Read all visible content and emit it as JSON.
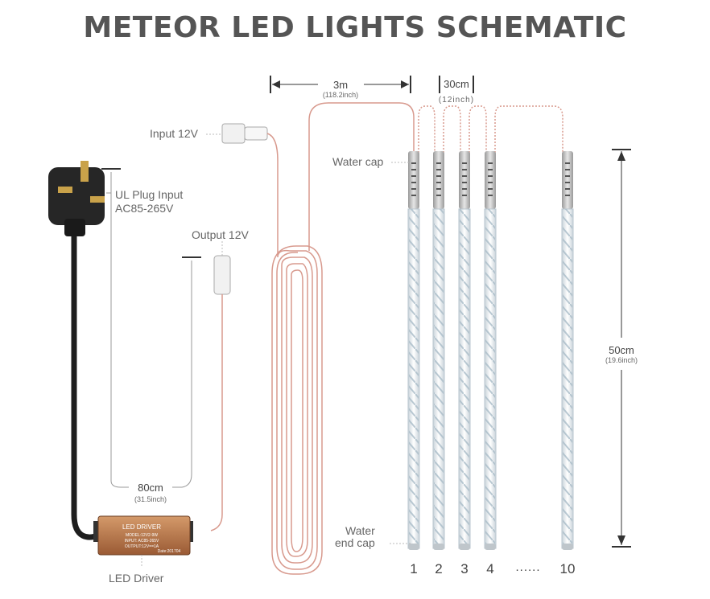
{
  "title": "METEOR LED LIGHTS SCHEMATIC",
  "colors": {
    "wire": "#d89a8e",
    "dim": "#333333",
    "label": "#666666",
    "title": "#555555",
    "driver": "#b8734a",
    "tube": "#eef3f6"
  },
  "labels": {
    "input": "Input 12V",
    "output": "Output 12V",
    "plug_line1": "UL Plug Input",
    "plug_line2": "AC85-265V",
    "water_cap": "Water cap",
    "water_end_line1": "Water",
    "water_end_line2": "end cap",
    "led_driver": "LED Driver",
    "ellipsis": "......"
  },
  "dimensions": {
    "lead": {
      "value": "3m",
      "sub": "(118.2inch)"
    },
    "spacing": {
      "value": "30cm",
      "sub": "(12inch)"
    },
    "tube_length": {
      "value": "50cm",
      "sub": "(19.6inch)"
    },
    "cable": {
      "value": "80cm",
      "sub": "(31.5inch)"
    }
  },
  "driver_box": {
    "line1": "LED DRIVER",
    "line2": "MODEL:12V2-9W",
    "line3": "INPUT: AC85-265V",
    "line4": "OUTPUT:12V==1A",
    "line5": "Date:201704"
  },
  "tube_numbers": [
    "1",
    "2",
    "3",
    "4",
    "10"
  ]
}
